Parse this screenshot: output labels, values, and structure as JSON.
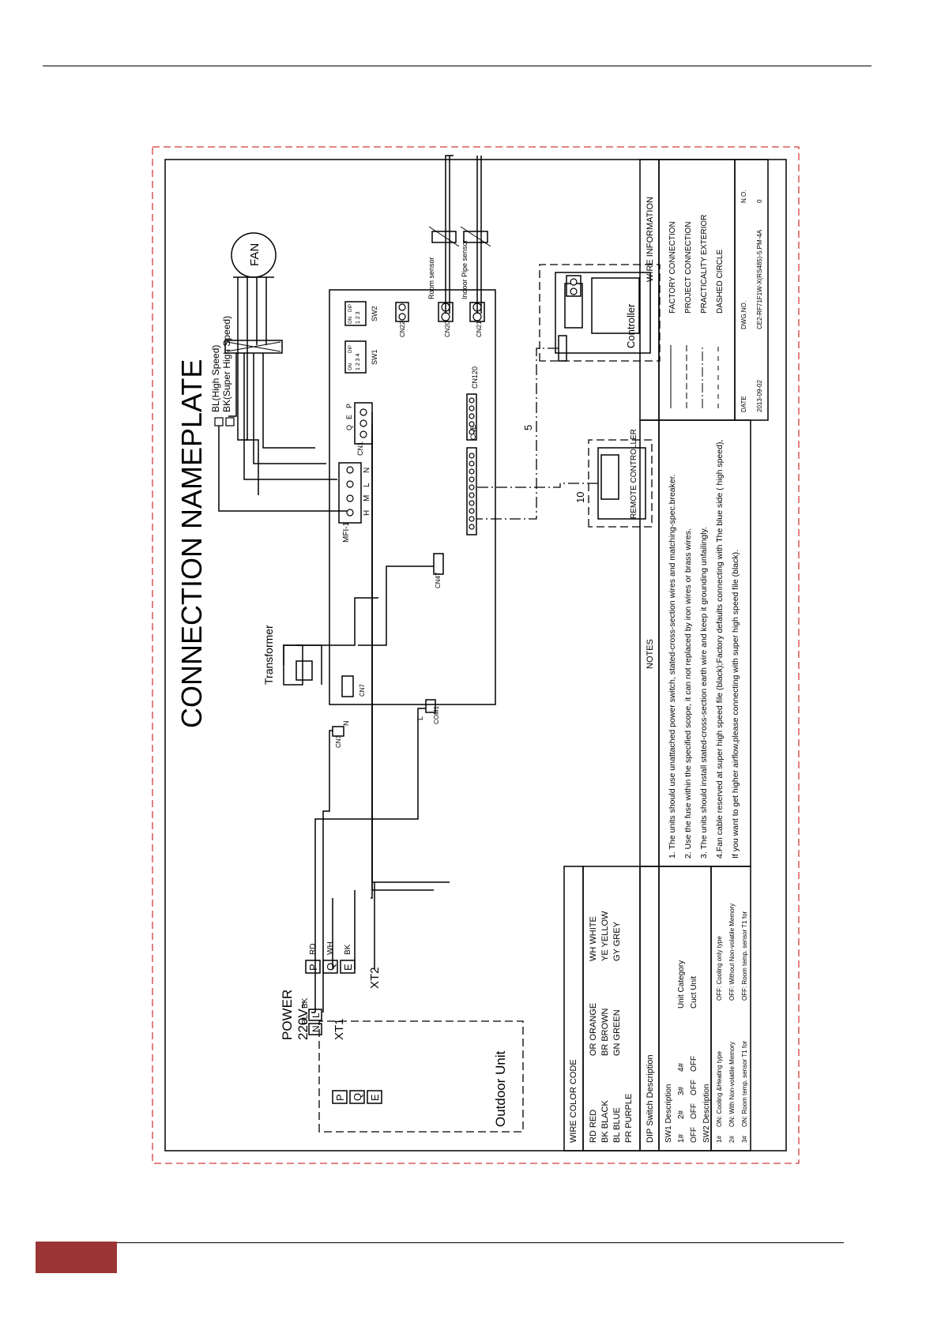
{
  "title": "CONNECTION NAMEPLATE",
  "colors": {
    "frame_dash": "#d23c3c",
    "footer_block": "#9b3535",
    "ink": "#000000"
  },
  "components": {
    "fan": "FAN",
    "speed_bl": "BL(High Speed)",
    "speed_bk": "BK(Super High Speed)",
    "transformer": "Transformer",
    "controller": "Controller",
    "remote_controller": "REMOTE CONTROLLER",
    "room_sensor": "Room sensor",
    "pipe_sensor": "Indoor Pipe sensor",
    "outdoor_unit": "Outdoor Unit",
    "power": "POWER",
    "voltage": "220V~"
  },
  "terminals": {
    "xt1": {
      "label": "XT1",
      "pins": [
        "L",
        "N"
      ],
      "wires": [
        "BK",
        "BL"
      ]
    },
    "xt2": {
      "label": "XT2",
      "pins": [
        "P",
        "Q",
        "E"
      ],
      "wires": [
        "RD",
        "WH",
        "BK"
      ]
    },
    "outdoor_pins": [
      "P",
      "Q",
      "E"
    ],
    "mfi": {
      "label": "MFI-1",
      "pins": [
        "H",
        "M",
        "L",
        "N"
      ]
    },
    "cn1": {
      "label": "CN1",
      "pins": [
        "P",
        "E",
        "Q"
      ]
    },
    "cn3": "CN3",
    "cn3_pin": "N",
    "cn7": "CN7",
    "cn4": "CN4T",
    "com1": "COM1",
    "com1_pin": "L",
    "cn22": "CN22",
    "cn20": "CN20",
    "cn21": "CN21",
    "cn120": "CN120",
    "cne": "CNE",
    "sw1": "SW1",
    "sw2": "SW2",
    "sw_dip": "DIP",
    "sw_on": "ON",
    "sw1_nums": "1 2 3 4",
    "sw2_nums": "1 2 3",
    "cable5": "5",
    "cable10": "10"
  },
  "wire_color_code": {
    "title": "WIRE COLOR CODE",
    "columns": [
      [
        "RD  RED",
        "BK  BLACK",
        "BL  BLUE",
        "PR  PURPLE"
      ],
      [
        "OR  ORANGE",
        "BR  BROWN",
        "GN  GREEN"
      ],
      [
        "WH  WHITE",
        "YE  YELLOW",
        "GY  GREY"
      ]
    ]
  },
  "dip_switch": {
    "title": "DIP Switch Description",
    "sw1_title": "SW1 Description",
    "sw1_headers": [
      "1#",
      "2#",
      "3#",
      "4#",
      "Unit Category"
    ],
    "sw1_row": [
      "OFF",
      "OFF",
      "OFF",
      "OFF",
      "Cuct Unit"
    ],
    "sw2_title": "SW2 Description",
    "sw2_rows": [
      [
        "1#",
        "ON:  Cooling &Heating type",
        "OFF:  Cooling only type"
      ],
      [
        "2#",
        "ON:  With Non-volatile Memory",
        "OFF:  Without Non-volatile Memory"
      ],
      [
        "3#",
        "ON:  Room temp. sensor T1 for",
        "OFF:  Room temp. sensor T1 for"
      ]
    ]
  },
  "notes": {
    "title": "NOTES",
    "lines": [
      "1. The units should use unattached power switch, stated-cross-section wires and matching-spec.breaker.",
      "2. Use the fuse within the specified scope, it can not replaced by iron wires or brass wires.",
      "3. The units should install stated-cross-section earth wire and keep it grounding unfailingly.",
      "4.Fan cable reserved at super high speed file (black);Factory defaults connecting with The blue side ( high speed),",
      "If you want to get higher airflow,please connecting with super high speed file (black)."
    ]
  },
  "wire_information": {
    "title": "WIRE INFORMATION",
    "items": [
      "FACTORY CONNECTION",
      "PROJECT CONNECTION",
      "PRACTICALITY EXTERIOR",
      "DASHED CIRCLE"
    ]
  },
  "title_block": {
    "date_label": "DATE",
    "date": "2013-09-02",
    "dwg_label": "DWG.NO.",
    "dwg_no": "CE2-RF71F1W-X(RS485)-5.PM-4A",
    "no_label": "N.O.",
    "no_value": "0"
  }
}
